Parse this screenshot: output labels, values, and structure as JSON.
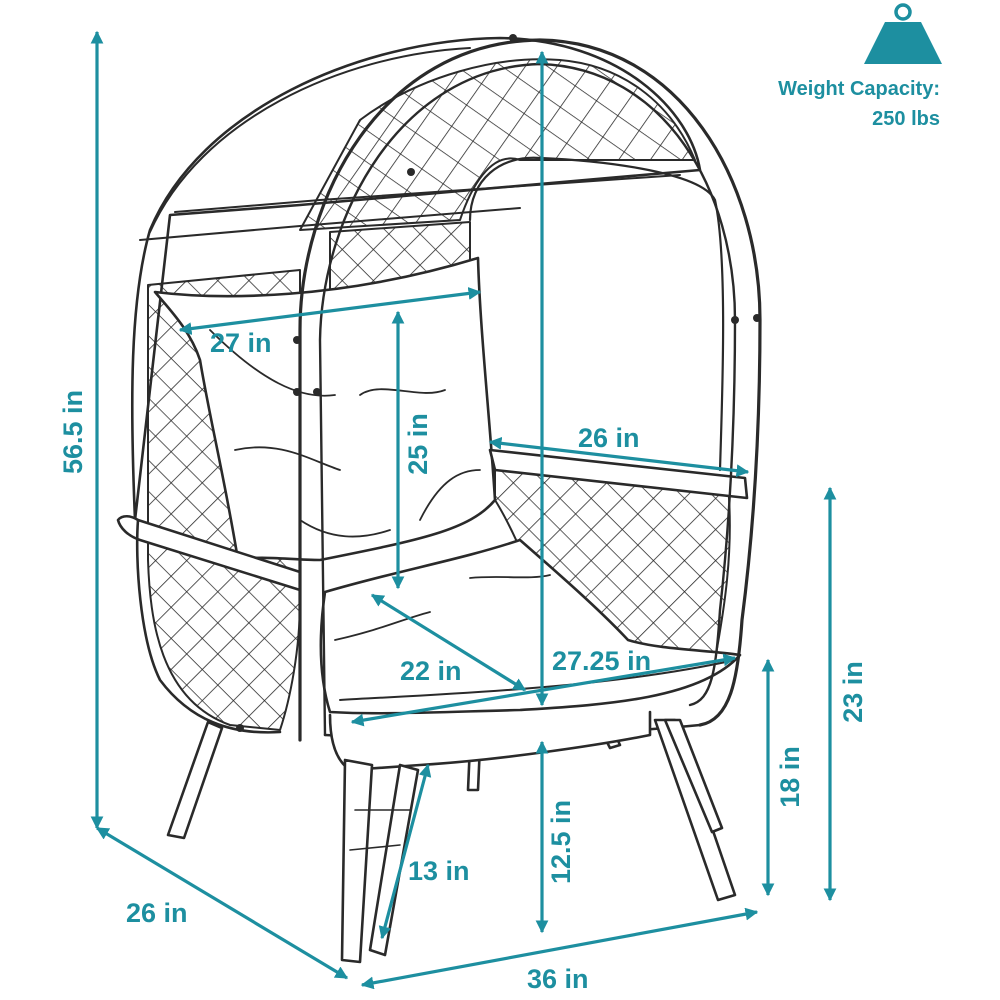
{
  "colors": {
    "accent": "#1d8fa0",
    "line": "#2a2a2a",
    "fill": "#ffffff"
  },
  "weight": {
    "icon": "weight-icon",
    "label": "Weight Capacity:",
    "value": "250 lbs"
  },
  "dimensions": {
    "overall_height": "56.5 in",
    "top_width": "27 in",
    "back_height": "25 in",
    "arm_width": "26 in",
    "seat_depth": "22 in",
    "seat_width": "27.25 in",
    "arm_height": "23 in",
    "seat_height": "18 in",
    "ground_clearance": "12.5 in",
    "leg_length": "13 in",
    "depth": "26 in",
    "width": "36 in"
  }
}
